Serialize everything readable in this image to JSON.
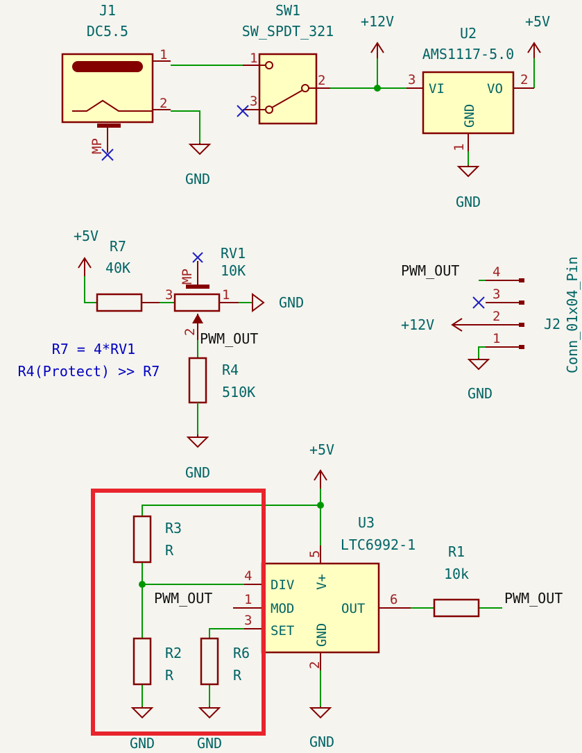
{
  "symbols": {
    "j1": {
      "ref": "J1",
      "value": "DC5.5",
      "pins": [
        "1",
        "2"
      ],
      "mp": "MP"
    },
    "sw1": {
      "ref": "SW1",
      "value": "SW_SPDT_321",
      "pins": [
        "1",
        "2",
        "3"
      ]
    },
    "u2": {
      "ref": "U2",
      "value": "AMS1117-5.0",
      "pins": [
        "3",
        "2",
        "1"
      ],
      "pin_names": [
        "VI",
        "VO",
        "GND"
      ]
    },
    "r7": {
      "ref": "R7",
      "value": "40K"
    },
    "rv1": {
      "ref": "RV1",
      "value": "10K",
      "pins": [
        "3",
        "1",
        "2"
      ],
      "mp": "MP"
    },
    "r4": {
      "ref": "R4",
      "value": "510K"
    },
    "j2": {
      "ref": "J2",
      "value": "Conn_01x04_Pin",
      "pins": [
        "4",
        "3",
        "2",
        "1"
      ]
    },
    "u3": {
      "ref": "U3",
      "value": "LTC6992-1",
      "pins": [
        "4",
        "1",
        "3",
        "5",
        "2",
        "6"
      ],
      "pin_names": [
        "DIV",
        "MOD",
        "SET",
        "V+",
        "GND",
        "OUT"
      ]
    },
    "r3": {
      "ref": "R3",
      "value": "R"
    },
    "r2": {
      "ref": "R2",
      "value": "R"
    },
    "r6": {
      "ref": "R6",
      "value": "R"
    },
    "r1": {
      "ref": "R1",
      "value": "10k"
    }
  },
  "power": {
    "plus12v": "+12V",
    "plus5v": "+5V",
    "gnd": "GND"
  },
  "labels": {
    "pwm_out": "PWM_OUT"
  },
  "notes": {
    "line1": "R7 = 4*RV1",
    "line2": "R4(Protect) >> R7"
  },
  "colors": {
    "wire": "#009600",
    "symbol_outline": "#840000",
    "symbol_fill": "#ffffc2",
    "reference_text": "#006464",
    "note_text": "#0000c0",
    "highlight_box": "#e8242c",
    "background": "#f5f4ef"
  }
}
